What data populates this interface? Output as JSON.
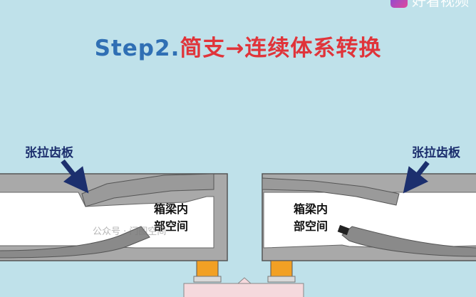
{
  "title": {
    "prefix": "Step2.",
    "main": "简支→连续体系转换"
  },
  "logo": {
    "text": "好看视频"
  },
  "labels": {
    "left_tooth": "张拉齿板",
    "right_tooth": "张拉齿板",
    "left_box_line1": "箱梁内",
    "left_box_line2": "部空间",
    "right_box_line1": "箱梁内",
    "right_box_line2": "部空间"
  },
  "watermark": "公众号 · 门图空间",
  "colors": {
    "background": "#bfe1ea",
    "girder": "#a9a9a9",
    "girder_inner": "#ffffff",
    "tendon": "#8a8a8a",
    "arrow": "#1c2f6e",
    "bearing": "#f2a024",
    "title_en": "#2f6fb4",
    "title_cn": "#e0343a"
  }
}
